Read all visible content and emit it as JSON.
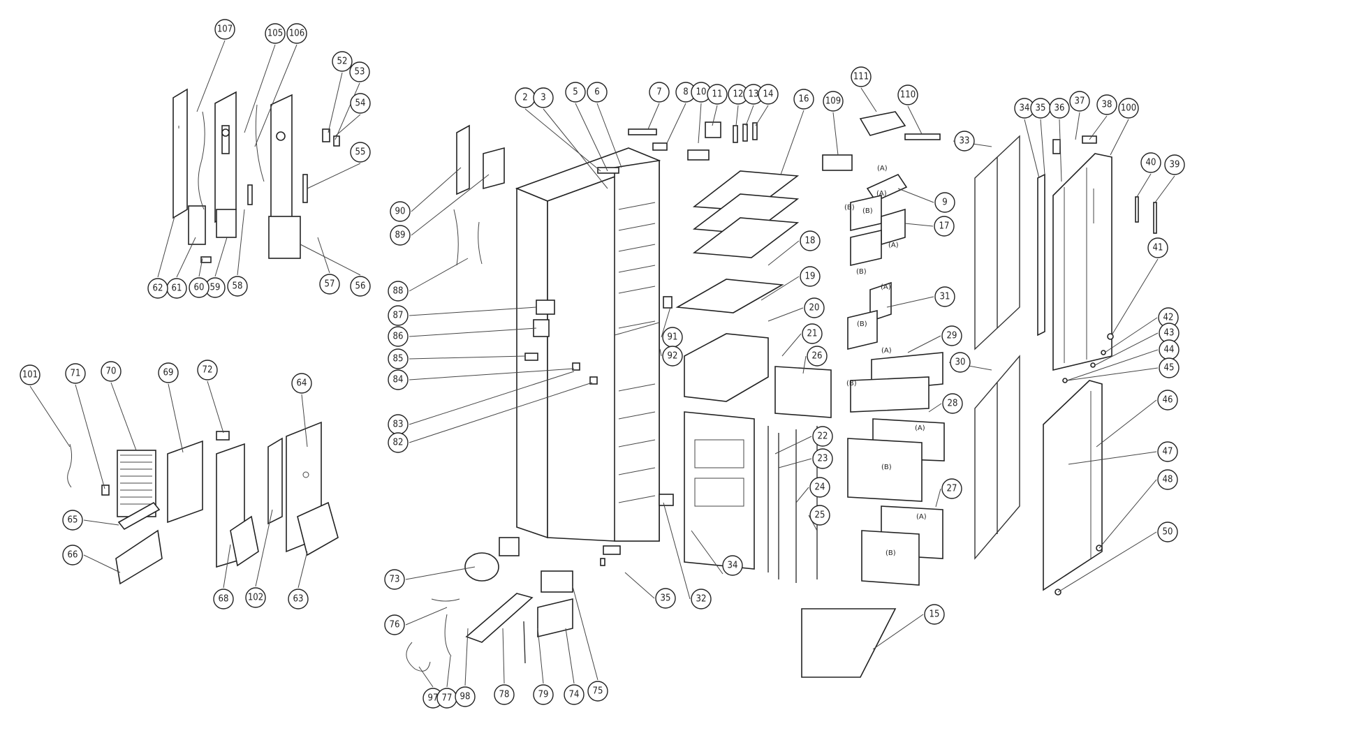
{
  "callouts": [
    {
      "label": "107"
    },
    {
      "label": "105"
    },
    {
      "label": "106"
    },
    {
      "label": "52"
    },
    {
      "label": "53"
    },
    {
      "label": "54"
    },
    {
      "label": "55"
    },
    {
      "label": "56"
    },
    {
      "label": "57"
    },
    {
      "label": "58"
    },
    {
      "label": "59"
    },
    {
      "label": "60"
    },
    {
      "label": "61"
    },
    {
      "label": "62"
    },
    {
      "label": "101"
    },
    {
      "label": "71"
    },
    {
      "label": "70"
    },
    {
      "label": "69"
    },
    {
      "label": "72"
    },
    {
      "label": "64"
    },
    {
      "label": "65"
    },
    {
      "label": "66"
    },
    {
      "label": "68"
    },
    {
      "label": "102"
    },
    {
      "label": "63"
    },
    {
      "label": "2"
    },
    {
      "label": "3"
    },
    {
      "label": "5"
    },
    {
      "label": "6"
    },
    {
      "label": "7"
    },
    {
      "label": "8"
    },
    {
      "label": "10"
    },
    {
      "label": "11"
    },
    {
      "label": "12"
    },
    {
      "label": "13"
    },
    {
      "label": "14"
    },
    {
      "label": "16"
    },
    {
      "label": "90"
    },
    {
      "label": "89"
    },
    {
      "label": "88"
    },
    {
      "label": "87"
    },
    {
      "label": "86"
    },
    {
      "label": "85"
    },
    {
      "label": "84"
    },
    {
      "label": "83"
    },
    {
      "label": "82"
    },
    {
      "label": "91"
    },
    {
      "label": "92"
    },
    {
      "label": "18"
    },
    {
      "label": "19"
    },
    {
      "label": "20"
    },
    {
      "label": "21"
    },
    {
      "label": "26"
    },
    {
      "label": "22"
    },
    {
      "label": "23"
    },
    {
      "label": "24"
    },
    {
      "label": "25"
    },
    {
      "label": "34"
    },
    {
      "label": "35"
    },
    {
      "label": "32"
    },
    {
      "label": "73"
    },
    {
      "label": "76"
    },
    {
      "label": "97"
    },
    {
      "label": "77"
    },
    {
      "label": "98"
    },
    {
      "label": "78"
    },
    {
      "label": "79"
    },
    {
      "label": "74"
    },
    {
      "label": "75"
    },
    {
      "label": "111"
    },
    {
      "label": "110"
    },
    {
      "label": "109"
    },
    {
      "label": "9"
    },
    {
      "label": "17"
    },
    {
      "label": "31"
    },
    {
      "label": "29"
    },
    {
      "label": "28"
    },
    {
      "label": "27"
    },
    {
      "label": "15"
    },
    {
      "label": "33"
    },
    {
      "label": "30"
    },
    {
      "label": "34"
    },
    {
      "label": "35"
    },
    {
      "label": "36"
    },
    {
      "label": "37"
    },
    {
      "label": "38"
    },
    {
      "label": "100"
    },
    {
      "label": "40"
    },
    {
      "label": "39"
    },
    {
      "label": "41"
    },
    {
      "label": "42"
    },
    {
      "label": "43"
    },
    {
      "label": "44"
    },
    {
      "label": "45"
    },
    {
      "label": "46"
    },
    {
      "label": "47"
    },
    {
      "label": "48"
    },
    {
      "label": "50"
    }
  ],
  "part_labels": [
    "(A)",
    "(B)",
    "(A)",
    "(B)",
    "(A)",
    "(B)",
    "(A)",
    "(B)",
    "(A)",
    "(B)",
    "(A)",
    "(B)",
    "(A)",
    "(B)"
  ]
}
